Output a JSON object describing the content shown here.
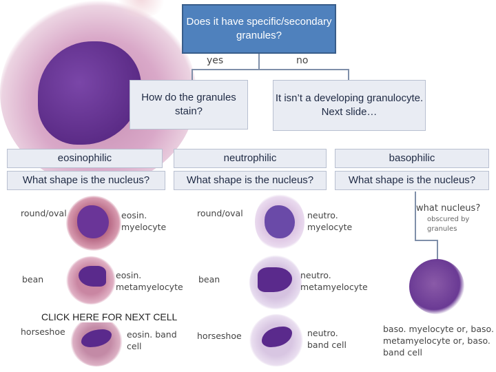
{
  "top_box": "Does it have specific/secondary granules?",
  "yes_label": "yes",
  "no_label": "no",
  "stain_box": "How do the granules stain?",
  "not_granulocyte_box": "It isn’t a developing granulocyte. Next slide…",
  "categories": {
    "eosinophilic": "eosinophilic",
    "neutrophilic": "neutrophilic",
    "basophilic": "basophilic"
  },
  "nucleus_question": {
    "eos": "What shape is the nucleus?",
    "neu": "What shape is the nucleus?",
    "baso": "What shape is the nucleus?"
  },
  "eos_cells": {
    "round": "round/oval",
    "round_name": "eosin. myelocyte",
    "bean": "bean",
    "bean_name": "eosin. metamyelocyte",
    "horseshoe": "horseshoe",
    "horseshoe_name": "eosin. band cell"
  },
  "neu_cells": {
    "round": "round/oval",
    "round_name": "neutro. myelocyte",
    "bean": "bean",
    "bean_name": "neutro. metamyelocyte",
    "horseshoe": "horseshoe",
    "horseshoe_name": "neutro. band cell"
  },
  "baso_cells": {
    "question": "what nucleus?",
    "hint": "obscured by granules",
    "names": "baso. myelocyte or, baso. metamyelocyte or, baso. band cell"
  },
  "next_cell_link": "CLICK HERE FOR NEXT CELL",
  "colors": {
    "box_blue": "#4f81bd",
    "cell_pink": "#e8c4dc",
    "nucleus_purple": "#5a2a8c"
  }
}
